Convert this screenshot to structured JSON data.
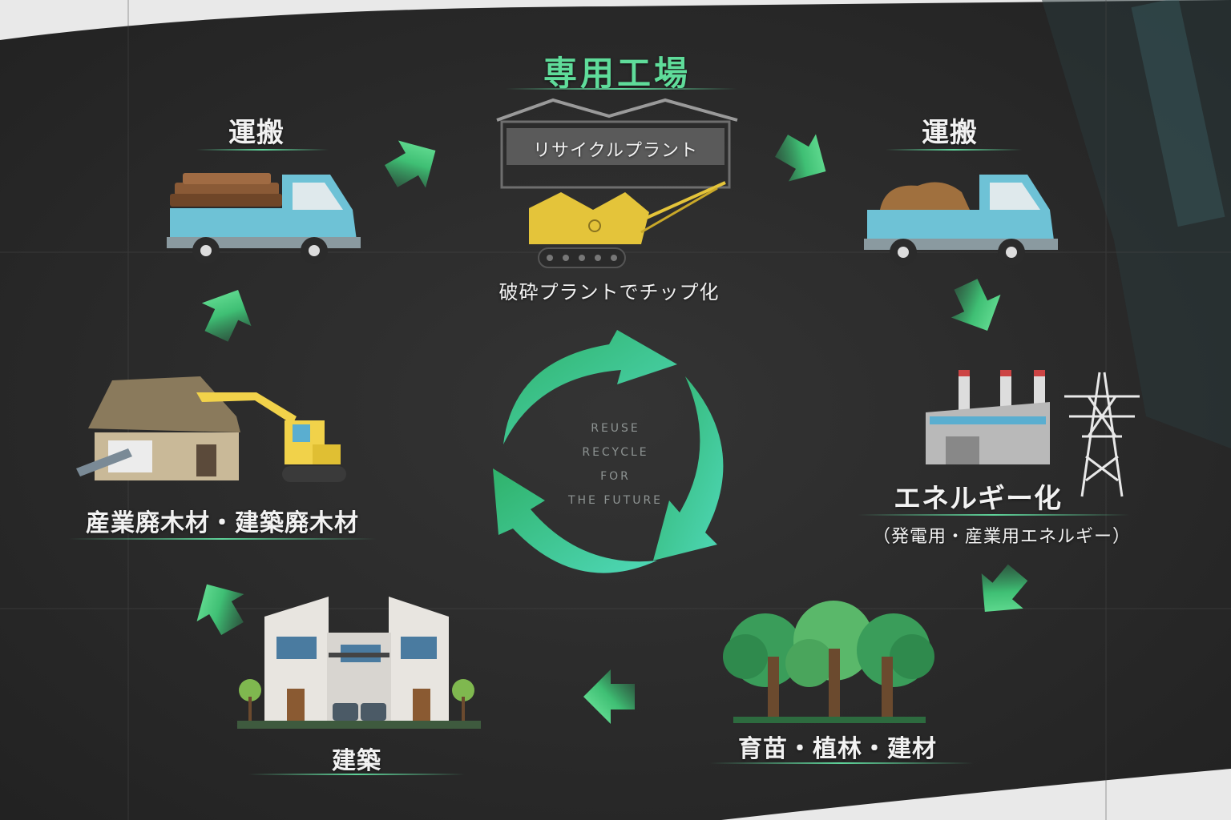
{
  "labels": {
    "factory_title": "専用工場",
    "plant_sign": "リサイクルプラント",
    "crushing": "破砕プラントでチップ化",
    "transport_left": "運搬",
    "transport_right": "運搬",
    "energy": "エネルギー化",
    "energy_sub": "（発電用・産業用エネルギー）",
    "forest": "育苗・植林・建材",
    "building": "建築",
    "waste": "産業廃木材・建築廃木材"
  },
  "cycle_lines": [
    "REUSE",
    "RECYCLE",
    "FOR",
    "THE FUTURE"
  ],
  "colors": {
    "accent_green": "#4fd08a",
    "title_green": "#5fdc9a",
    "background": "#2b2b2b"
  },
  "icons": [
    "truck-icon",
    "recycle-arrows-icon",
    "crusher-plant-icon",
    "factory-icon",
    "power-tower-icon",
    "trees-icon",
    "house-icon",
    "excavator-icon",
    "demolished-house-icon"
  ]
}
